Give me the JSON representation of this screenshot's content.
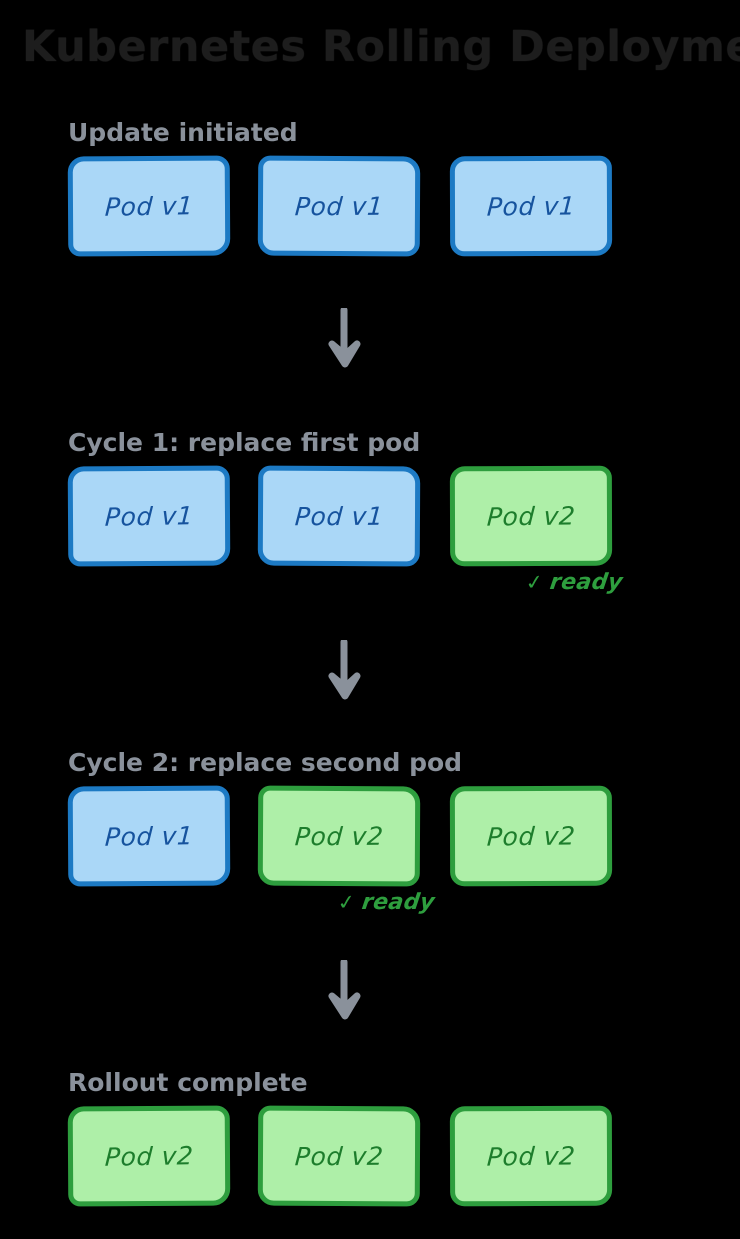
{
  "title": "Kubernetes Rolling Deployment",
  "colors": {
    "background": "#000000",
    "title_text": "#1d1d1d",
    "stage_label": "#8a919b",
    "v1_fill": "#aad7f7",
    "v1_border": "#1d7ac4",
    "v1_text": "#16539e",
    "v2_fill": "#aeefa8",
    "v2_border": "#2e9e3e",
    "v2_text": "#1d7d2c",
    "ready_text": "#2e9e3e",
    "arrow": "#8a919b"
  },
  "ready_badge": {
    "check_glyph": "✓",
    "label": "ready"
  },
  "stages": [
    {
      "label": "Update initiated",
      "pods": [
        {
          "label": "Pod v1",
          "version": "v1",
          "ready": false
        },
        {
          "label": "Pod v1",
          "version": "v1",
          "ready": false
        },
        {
          "label": "Pod v1",
          "version": "v1",
          "ready": false
        }
      ]
    },
    {
      "label": "Cycle 1: replace first pod",
      "pods": [
        {
          "label": "Pod v1",
          "version": "v1",
          "ready": false
        },
        {
          "label": "Pod v1",
          "version": "v1",
          "ready": false
        },
        {
          "label": "Pod v2",
          "version": "v2",
          "ready": true
        }
      ]
    },
    {
      "label": "Cycle 2: replace second pod",
      "pods": [
        {
          "label": "Pod v1",
          "version": "v1",
          "ready": false
        },
        {
          "label": "Pod v2",
          "version": "v2",
          "ready": true
        },
        {
          "label": "Pod v2",
          "version": "v2",
          "ready": false
        }
      ]
    },
    {
      "label": "Rollout complete",
      "pods": [
        {
          "label": "Pod v2",
          "version": "v2",
          "ready": false
        },
        {
          "label": "Pod v2",
          "version": "v2",
          "ready": false
        },
        {
          "label": "Pod v2",
          "version": "v2",
          "ready": false
        }
      ]
    }
  ],
  "arrows": [
    {
      "from_stage": 0,
      "to_stage": 1,
      "direction": "down"
    },
    {
      "from_stage": 1,
      "to_stage": 2,
      "direction": "down"
    },
    {
      "from_stage": 2,
      "to_stage": 3,
      "direction": "down"
    }
  ]
}
